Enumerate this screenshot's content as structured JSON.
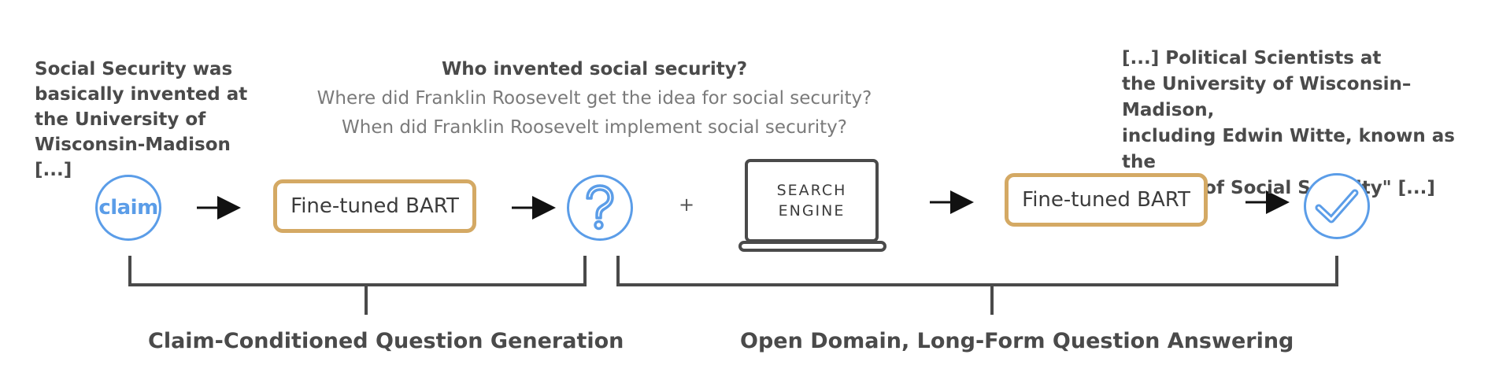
{
  "claim": {
    "lines": [
      "Social Security was",
      "basically invented at",
      "the University of",
      "Wisconsin-Madison [...]"
    ],
    "node_label": "claim"
  },
  "questions": {
    "main": "Who invented social security?",
    "alt1": "Where did Franklin Roosevelt get the idea for social security?",
    "alt2": "When did Franklin Roosevelt implement social security?"
  },
  "answer": {
    "lines": [
      "[...] Political Scientists at",
      "the University of Wisconsin–Madison,",
      "including Edwin Witte, known as the",
      "\"Father of Social Security\" [...]"
    ]
  },
  "models": {
    "qg_label": "Fine-tuned BART",
    "qa_label": "Fine-tuned BART"
  },
  "search_engine": {
    "line1": "SEARCH",
    "line2": "ENGINE"
  },
  "plus_sign": "+",
  "groups": {
    "left": "Claim-Conditioned Question Generation",
    "right": "Open Domain, Long-Form Question Answering"
  },
  "colors": {
    "node_blue": "#5b9de8",
    "model_gold": "#d4a964",
    "text_dark": "#4a4a4a",
    "text_grey": "#7a7a7a"
  },
  "icons": {
    "claim_node": "circle-icon",
    "question_node": "question-mark-icon",
    "verified_node": "checkmark-icon",
    "search": "laptop-icon"
  }
}
